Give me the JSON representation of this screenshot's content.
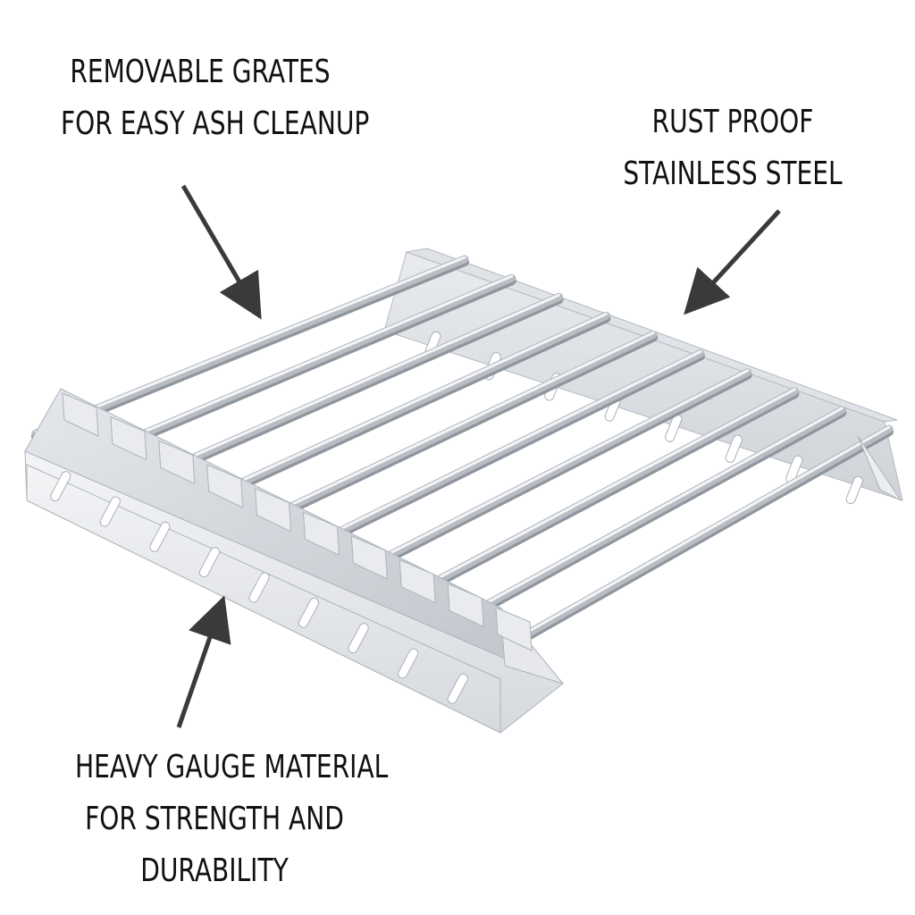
{
  "callouts": {
    "top_left": {
      "lines": [
        "REMOVABLE GRATES",
        "FOR EASY ASH CLEANUP"
      ]
    },
    "top_right": {
      "lines": [
        "RUST PROOF",
        "STAINLESS STEEL"
      ]
    },
    "bottom_left": {
      "lines": [
        "HEAVY GAUGE MATERIAL",
        "FOR STRENGTH AND",
        "DURABILITY"
      ]
    }
  },
  "colors": {
    "text": "#111111",
    "arrow": "#3a3a3a",
    "steel_light": "#eef0f3",
    "steel_mid": "#c9cdd3",
    "steel_dark": "#9aa0a8",
    "rod": "#b8bdc4",
    "rod_highlight": "#f4f5f7"
  },
  "product": {
    "rod_count": 10,
    "slot_count_front": 9
  }
}
